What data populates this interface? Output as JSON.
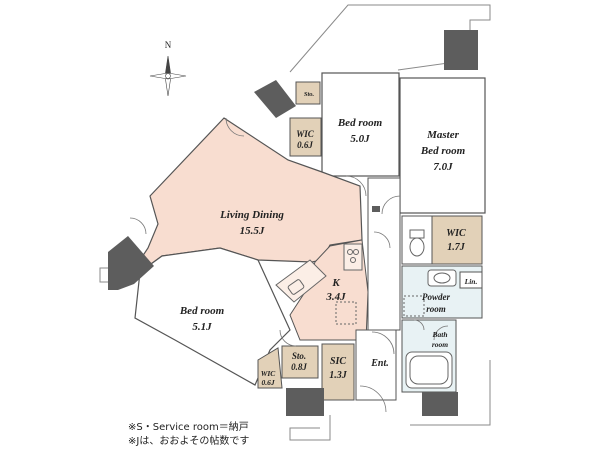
{
  "compass": {
    "north": "N"
  },
  "rooms": {
    "sto_top": {
      "name": "Sto.",
      "size": ""
    },
    "bed_top": {
      "name": "Bed room",
      "size": "5.0J"
    },
    "master": {
      "name": "Master",
      "name2": "Bed room",
      "size": "7.0J"
    },
    "wic_top": {
      "name": "WIC",
      "size": "0.6J"
    },
    "living": {
      "name": "Living Dining",
      "size": "15.5J"
    },
    "wic_right": {
      "name": "WIC",
      "size": "1.7J"
    },
    "lin": {
      "name": "Lin.",
      "size": ""
    },
    "kitchen": {
      "name": "K",
      "size": "3.4J"
    },
    "powder": {
      "name": "Powder",
      "name2": "room"
    },
    "bed_left": {
      "name": "Bed room",
      "size": "5.1J"
    },
    "bath": {
      "name": "Bath",
      "name2": "room"
    },
    "sto_bottom": {
      "name": "Sto.",
      "size": "0.8J"
    },
    "sic": {
      "name": "SIC",
      "size": "1.3J"
    },
    "ent": {
      "name": "Ent."
    },
    "wic_bottom": {
      "name": "WIC",
      "size": "0.6J"
    }
  },
  "notes": {
    "line1": "※S・Service room＝納戸",
    "line2": "※Jは、おおよその帖数です"
  },
  "colors": {
    "living": "#f8ddd0",
    "storage": "#e2d1b8",
    "wall": "#5d5d5d",
    "wet": "#e8f2f4",
    "room": "#ffffff"
  }
}
